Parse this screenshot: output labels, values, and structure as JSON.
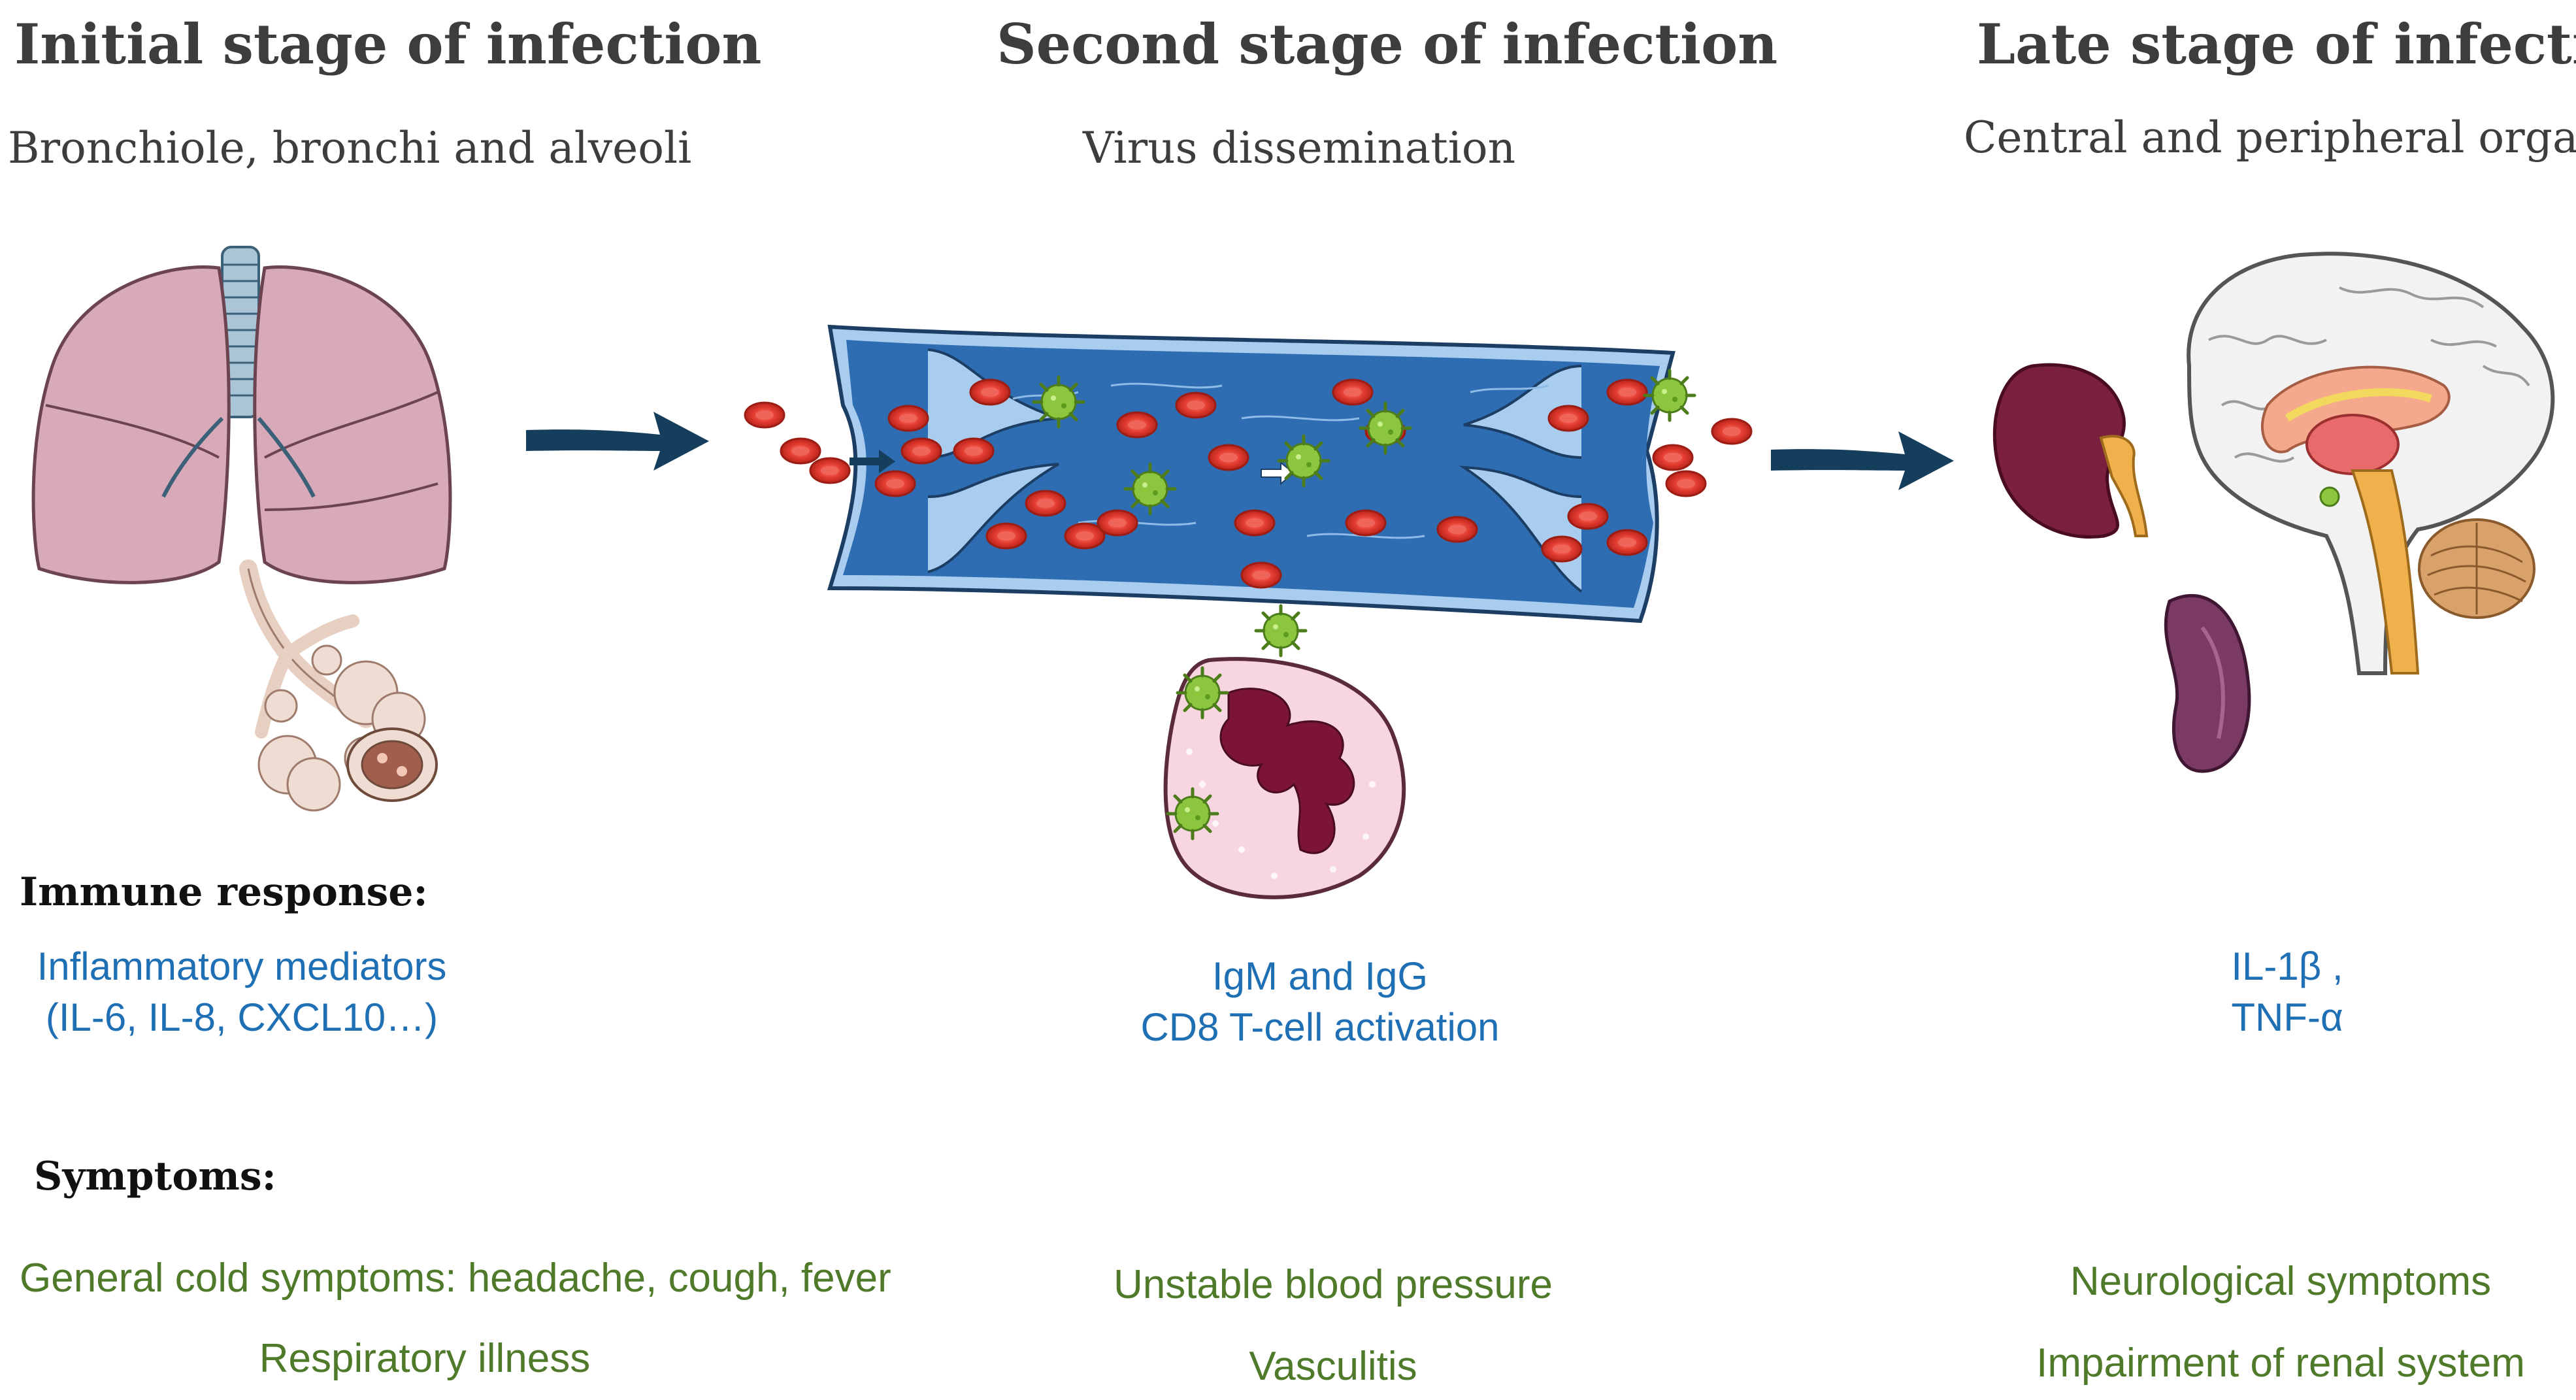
{
  "stages": [
    {
      "title": "Initial stage of infection",
      "subtitle": "Bronchiole, bronchi and alveoli"
    },
    {
      "title": "Second stage of infection",
      "subtitle": "Virus dissemination"
    },
    {
      "title": "Late stage of infection",
      "subtitle": "Central and peripheral organs"
    }
  ],
  "immune_response": {
    "heading": "Immune response:",
    "stage1": [
      "Inflammatory mediators",
      "(IL-6, IL-8, CXCL10…)"
    ],
    "stage2": [
      "IgM and IgG",
      "CD8 T-cell activation"
    ],
    "stage3": [
      "IL-1β ,",
      "TNF-α"
    ]
  },
  "symptoms": {
    "heading": "Symptoms:",
    "stage1": [
      "General cold symptoms: headache, cough, fever",
      "Respiratory illness"
    ],
    "stage2": [
      "Unstable blood pressure",
      "Vasculitis"
    ],
    "stage3": [
      "Neurological symptoms",
      "Impairment of renal system"
    ]
  },
  "colors": {
    "title": "#3d3d3d",
    "immune_text": "#1f6fb5",
    "symptom_text": "#4e7a2a",
    "arrow": "#153e5c",
    "vessel": "#2f6db3",
    "rbc": "#e03a2f",
    "virus": "#8cc63f",
    "lung": "#d8a9b8",
    "kidney": "#7a1f3d",
    "brain": "#f2f2f2"
  },
  "icons": [
    "lungs-icon",
    "alveoli-icon",
    "blood-vessel-icon",
    "virus-icon",
    "neutrophil-icon",
    "kidney-icon",
    "spleen-icon",
    "brain-icon",
    "arrow-right-icon"
  ]
}
